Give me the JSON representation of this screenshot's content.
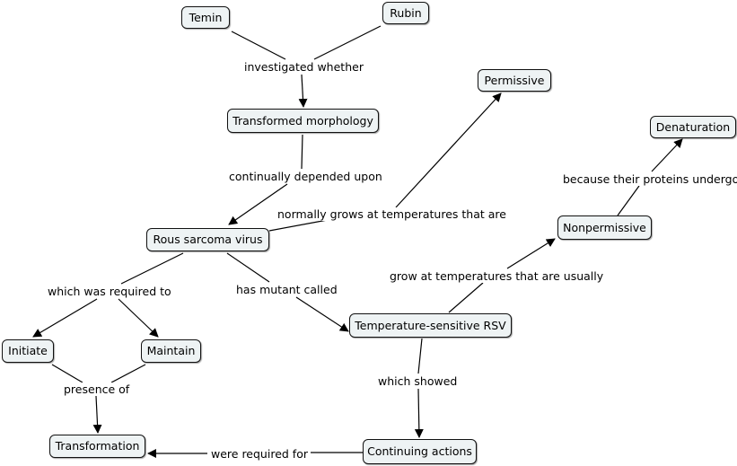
{
  "concepts": {
    "temin": "Temin",
    "rubin": "Rubin",
    "permissive": "Permissive",
    "transformed_morphology": "Transformed morphology",
    "denaturation": "Denaturation",
    "nonpermissive": "Nonpermissive",
    "rous_sarcoma_virus": "Rous sarcoma virus",
    "initiate": "Initiate",
    "maintain": "Maintain",
    "temperature_sensitive_rsv": "Temperature-sensitive RSV",
    "transformation": "Transformation",
    "continuing_actions": "Continuing actions"
  },
  "links": {
    "investigated_whether": "investigated whether",
    "continually_depended_upon": "continually depended upon",
    "normally_grows": "normally grows at temperatures that are",
    "because_proteins": "because their proteins undergo",
    "grow_usually": "grow at temperatures that are usually",
    "which_was_required_to": "which was required to",
    "has_mutant_called": "has mutant called",
    "presence_of": "presence of",
    "which_showed": "which showed",
    "were_required_for": "were required for"
  }
}
